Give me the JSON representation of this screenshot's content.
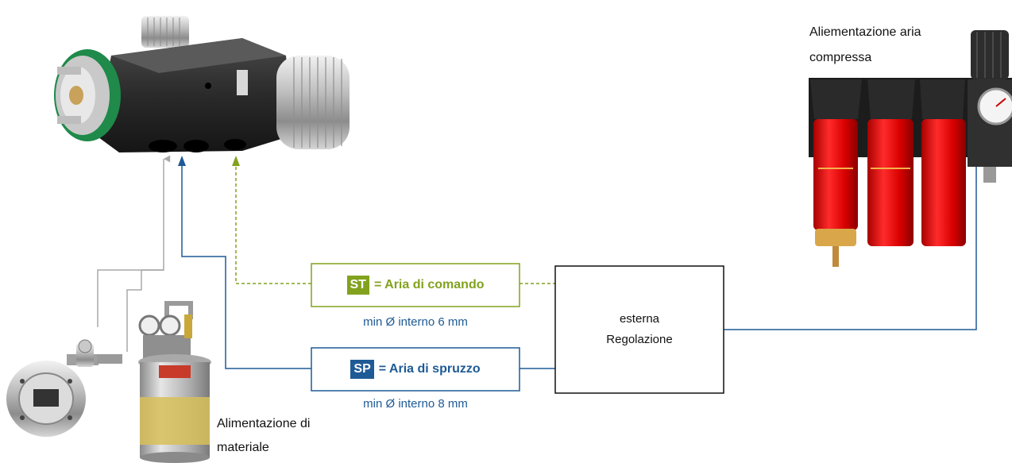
{
  "colors": {
    "control_air": "#82a21e",
    "spray_air": "#1e5a96",
    "material_line": "#a8a8a8",
    "regulation_border": "#111111"
  },
  "labels": {
    "air_supply_line1": "Aliementazione aria",
    "air_supply_line2": "compressa",
    "material_supply_line1": "Alimentazione di",
    "material_supply_line2": "materiale",
    "regulation_line1": "esterna",
    "regulation_line2": "Regolazione"
  },
  "control_air": {
    "code": "ST",
    "text": "= Aria di comando",
    "note": "min Ø interno 6 mm"
  },
  "spray_air": {
    "code": "SP",
    "text": "= Aria di spruzzo",
    "note": "min Ø interno 8 mm"
  },
  "images": {
    "spray_gun": "automatic-spray-gun-image",
    "air_unit": "compressed-air-filter-unit-image",
    "pressure_tank": "material-pressure-tank-image",
    "pump": "material-pump-image",
    "pressure_regulator": "pressure-regulator-image"
  }
}
